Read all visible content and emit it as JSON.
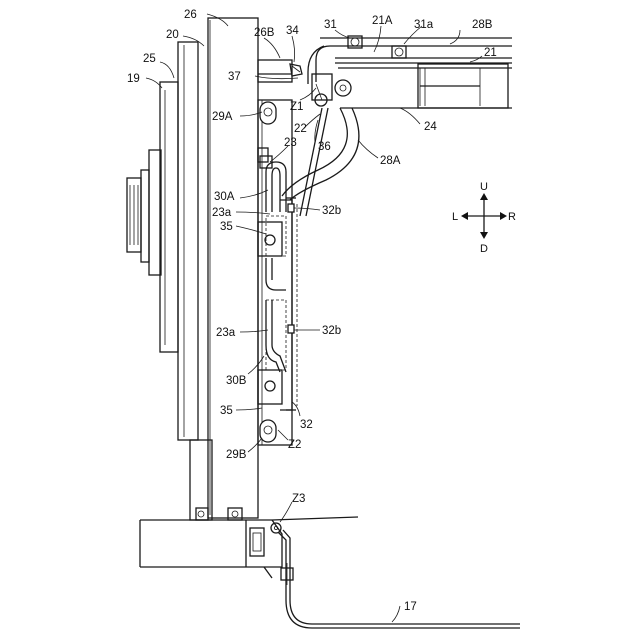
{
  "labels": {
    "l26": "26",
    "l20": "20",
    "l25": "25",
    "l19": "19",
    "l26B": "26B",
    "l34": "34",
    "l31": "31",
    "l21A": "21A",
    "l31a": "31a",
    "l28B": "28B",
    "l21": "21",
    "l37": "37",
    "lZ1": "Z1",
    "l29A": "29A",
    "l22": "22",
    "l24": "24",
    "l23": "23",
    "l36": "36",
    "l28A": "28A",
    "l30A": "30A",
    "l23a_top": "23a",
    "l32b_top": "32b",
    "l35_top": "35",
    "l23a_mid": "23a",
    "l32b_mid": "32b",
    "l30B": "30B",
    "l35_bot": "35",
    "l32": "32",
    "l29B": "29B",
    "lZ2": "Z2",
    "lZ3": "Z3",
    "l17": "17"
  },
  "direction_indicator": {
    "up": "U",
    "down": "D",
    "left": "L",
    "right": "R"
  }
}
